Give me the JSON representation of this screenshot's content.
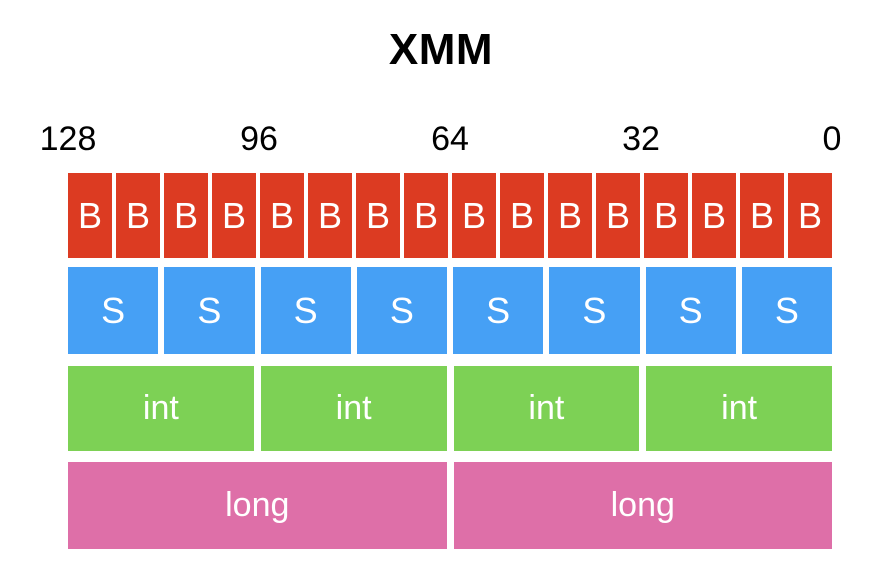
{
  "title": "XMM",
  "colors": {
    "byte": "#dc3b22",
    "short": "#46a0f5",
    "int": "#7dd155",
    "long": "#de6fa8",
    "text_on_lane": "#ffffff",
    "label": "#000000",
    "background": "#ffffff"
  },
  "bit_scale": {
    "ticks": [
      {
        "label": "128",
        "bit": 128,
        "position_pct": 0
      },
      {
        "label": "96",
        "bit": 96,
        "position_pct": 25
      },
      {
        "label": "64",
        "bit": 64,
        "position_pct": 50
      },
      {
        "label": "32",
        "bit": 32,
        "position_pct": 75
      },
      {
        "label": "0",
        "bit": 0,
        "position_pct": 100
      }
    ]
  },
  "rows": [
    {
      "name": "byte-lane-row",
      "type": "byte",
      "count": 16,
      "cells": [
        {
          "label": "B"
        },
        {
          "label": "B"
        },
        {
          "label": "B"
        },
        {
          "label": "B"
        },
        {
          "label": "B"
        },
        {
          "label": "B"
        },
        {
          "label": "B"
        },
        {
          "label": "B"
        },
        {
          "label": "B"
        },
        {
          "label": "B"
        },
        {
          "label": "B"
        },
        {
          "label": "B"
        },
        {
          "label": "B"
        },
        {
          "label": "B"
        },
        {
          "label": "B"
        },
        {
          "label": "B"
        }
      ]
    },
    {
      "name": "short-lane-row",
      "type": "short",
      "count": 8,
      "cells": [
        {
          "label": "S"
        },
        {
          "label": "S"
        },
        {
          "label": "S"
        },
        {
          "label": "S"
        },
        {
          "label": "S"
        },
        {
          "label": "S"
        },
        {
          "label": "S"
        },
        {
          "label": "S"
        }
      ]
    },
    {
      "name": "int-lane-row",
      "type": "int",
      "count": 4,
      "cells": [
        {
          "label": "int"
        },
        {
          "label": "int"
        },
        {
          "label": "int"
        },
        {
          "label": "int"
        }
      ]
    },
    {
      "name": "long-lane-row",
      "type": "long",
      "count": 2,
      "cells": [
        {
          "label": "long"
        },
        {
          "label": "long"
        }
      ]
    }
  ]
}
